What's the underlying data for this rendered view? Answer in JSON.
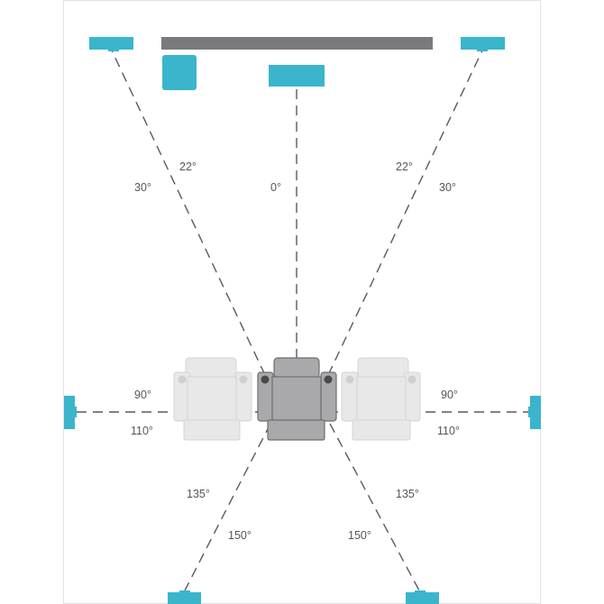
{
  "colors": {
    "speaker": "#3AB5CC",
    "screen": "#7A797E",
    "guide_line": "#5A5A5A",
    "seat_main": "#A9A9AB",
    "seat_main_outline": "#6E6E70",
    "seat_ghost": "#E8E8E8",
    "seat_ghost_outline": "#D4D4D4",
    "room_border": "#E2E2E2",
    "angle_text": "#555555"
  },
  "angle_labels": {
    "center": "0°",
    "front_inner_left": "22°",
    "front_inner_right": "22°",
    "front_outer_left": "30°",
    "front_outer_right": "30°",
    "side_upper_left": "90°",
    "side_upper_right": "90°",
    "side_lower_left": "110°",
    "side_lower_right": "110°",
    "rear_inner_left": "135°",
    "rear_inner_right": "135°",
    "rear_outer_left": "150°",
    "rear_outer_right": "150°"
  }
}
